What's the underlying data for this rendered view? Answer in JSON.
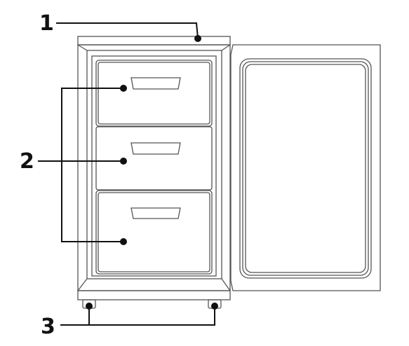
{
  "callouts": [
    {
      "id": "1",
      "label": "1"
    },
    {
      "id": "2",
      "label": "2"
    },
    {
      "id": "3",
      "label": "3"
    }
  ],
  "colors": {
    "stroke": "#555555",
    "leader": "#111111",
    "background": "#ffffff"
  }
}
